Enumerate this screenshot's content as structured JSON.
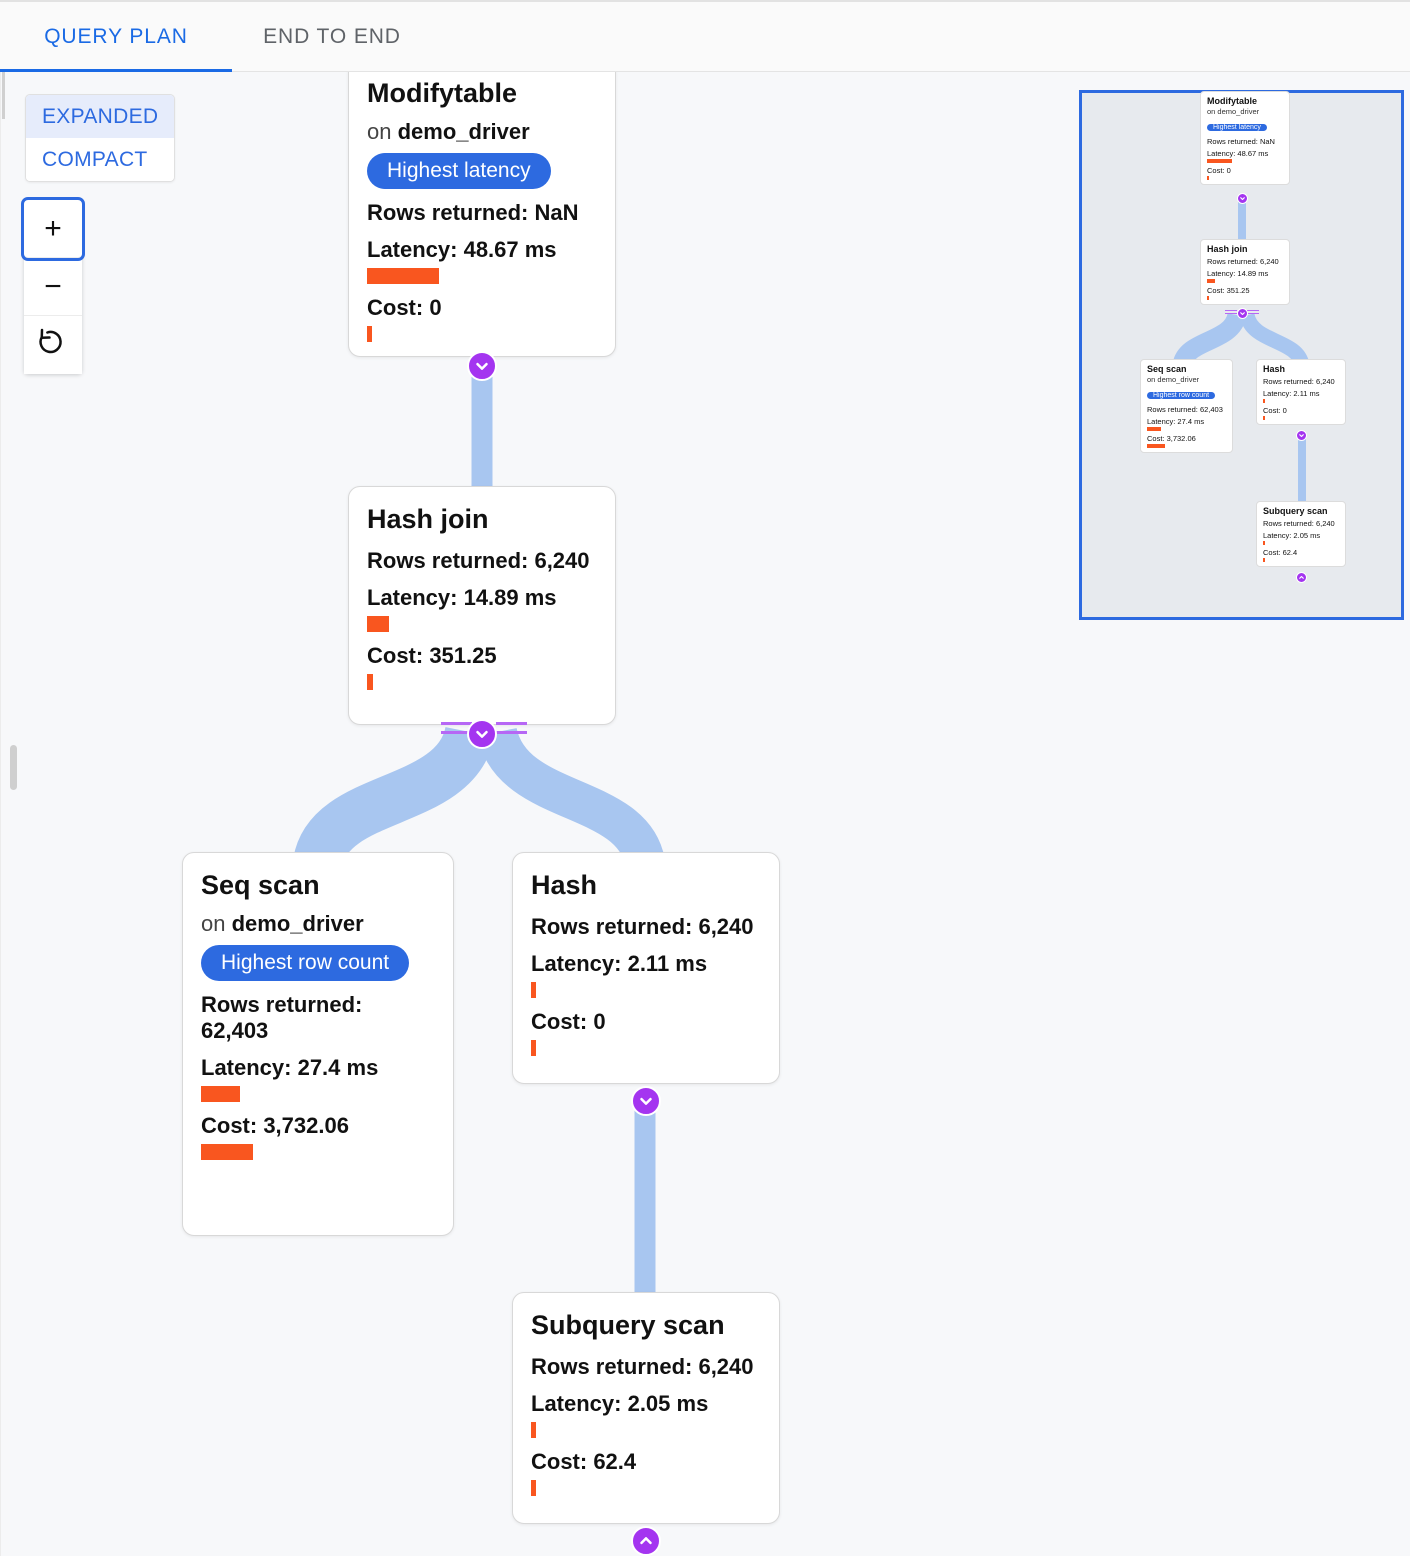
{
  "tabs": [
    {
      "id": "query-plan",
      "label": "QUERY PLAN",
      "active": true
    },
    {
      "id": "end-to-end",
      "label": "END TO END",
      "active": false
    }
  ],
  "controls": {
    "mode": {
      "expanded_label": "EXPANDED",
      "compact_label": "COMPACT",
      "selected": "EXPANDED"
    },
    "zoom": {
      "zoom_in_label": "+",
      "zoom_out_label": "−",
      "reset_label": "reset-icon",
      "focused": "zoom-in"
    }
  },
  "colors": {
    "accent_blue": "#2d6ae0",
    "edge_blue": "#a8c6f0",
    "chevron_purple": "#a435f0",
    "bar_orange": "#f9561f",
    "canvas_bg": "#f7f8fa",
    "minimap_bg": "#e7eaee"
  },
  "labels": {
    "rows_returned": "Rows returned:",
    "latency": "Latency:",
    "cost": "Cost:",
    "on_prefix": "on"
  },
  "plan": {
    "nodes": [
      {
        "id": "modifytable",
        "title": "Modifytable",
        "relation": "demo_driver",
        "on_text": "on demo_driver",
        "badge": "Highest latency",
        "rows_returned": "Rows returned: NaN",
        "latency": "Latency: 48.67 ms",
        "latency_bar_pct": 100,
        "cost": "Cost: 0",
        "cost_bar_pct": 3,
        "toggle": "chevron-down"
      },
      {
        "id": "hash-join",
        "title": "Hash join",
        "relation": null,
        "on_text": null,
        "badge": null,
        "rows_returned": "Rows returned: 6,240",
        "latency": "Latency: 14.89 ms",
        "latency_bar_pct": 31,
        "cost": "Cost: 351.25",
        "cost_bar_pct": 5,
        "toggle": "chevron-down"
      },
      {
        "id": "seq-scan",
        "title": "Seq scan",
        "relation": "demo_driver",
        "on_text": "on demo_driver",
        "badge": "Highest row count",
        "rows_returned": "Rows returned: 62,403",
        "latency": "Latency: 27.4 ms",
        "latency_bar_pct": 56,
        "cost": "Cost: 3,732.06",
        "cost_bar_pct": 100,
        "toggle": null
      },
      {
        "id": "hash",
        "title": "Hash",
        "relation": null,
        "on_text": null,
        "badge": null,
        "rows_returned": "Rows returned: 6,240",
        "latency": "Latency: 2.11 ms",
        "latency_bar_pct": 4,
        "cost": "Cost: 0",
        "cost_bar_pct": 3,
        "toggle": "chevron-down"
      },
      {
        "id": "subquery-scan",
        "title": "Subquery scan",
        "relation": null,
        "on_text": null,
        "badge": null,
        "rows_returned": "Rows returned: 6,240",
        "latency": "Latency: 2.05 ms",
        "latency_bar_pct": 4,
        "cost": "Cost: 62.4",
        "cost_bar_pct": 3,
        "toggle": "chevron-up"
      }
    ],
    "edges": [
      {
        "from": "modifytable",
        "to": "hash-join"
      },
      {
        "from": "hash-join",
        "to": "seq-scan"
      },
      {
        "from": "hash-join",
        "to": "hash"
      },
      {
        "from": "hash",
        "to": "subquery-scan"
      }
    ]
  }
}
